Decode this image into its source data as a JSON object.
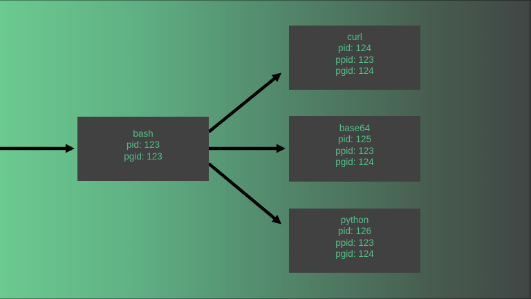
{
  "diagram": {
    "title": "process-group-tree",
    "colors": {
      "background_left": "#6bca8f",
      "background_right": "#404645",
      "node_background": "#414141",
      "node_text": "#55bf88",
      "arrow": "#000000"
    }
  },
  "nodes": {
    "bash": {
      "title": "bash",
      "lines": [
        "pid: 123",
        "pgid: 123"
      ]
    },
    "curl": {
      "title": "curl",
      "lines": [
        "pid: 124",
        "ppid: 123",
        "pgid: 124"
      ]
    },
    "base64": {
      "title": "base64",
      "lines": [
        "pid: 125",
        "ppid: 123",
        "pgid: 124"
      ]
    },
    "python": {
      "title": "python",
      "lines": [
        "pid: 126",
        "ppid: 123",
        "pgid: 124"
      ]
    }
  }
}
